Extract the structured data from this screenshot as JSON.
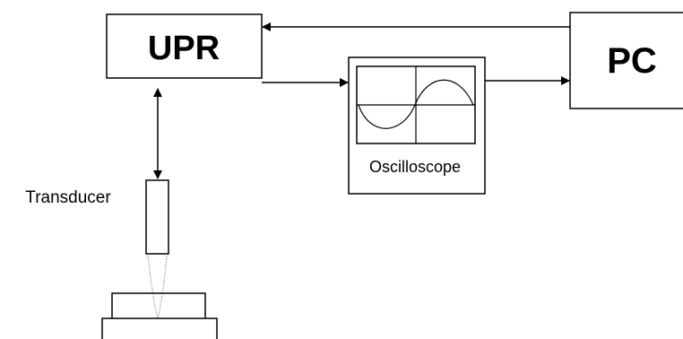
{
  "diagram": {
    "upr_label": "UPR",
    "pc_label": "PC",
    "oscilloscope_label": "Oscilloscope",
    "transducer_label": "Transducer"
  },
  "colors": {
    "line": "#000000",
    "background": "#ffffff",
    "beam": "#888888"
  }
}
